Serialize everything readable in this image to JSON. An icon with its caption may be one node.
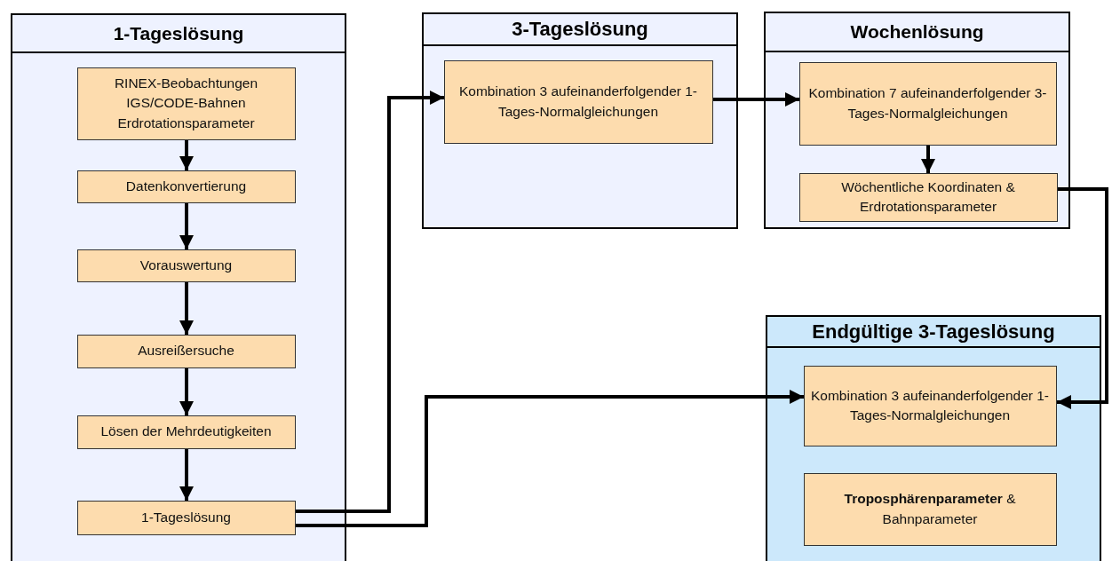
{
  "diagram": {
    "nodes": [
      {
        "text": [
          "1-Tageslösung"
        ]
      },
      {
        "text": [
          "RINEX-Beobachtungen IGS/CODE-Bahnen Erdrotationsparameter"
        ],
        "in": 0
      },
      {
        "text": [
          "Datenkonvertierung"
        ],
        "in": 0
      },
      {
        "text": [
          "Vorauswertung"
        ],
        "in": 0
      },
      {
        "text": [
          "Ausreißersuche"
        ],
        "in": 0
      },
      {
        "text": [
          "Lösen der Mehrdeutigkeiten"
        ],
        "in": 0
      },
      {
        "text": [
          "1-Tageslösung"
        ],
        "in": 0
      },
      {
        "text": [
          "3-Tageslösung"
        ]
      },
      {
        "text": [
          "Kombination 3 aufeinanderfolgender 1-Tages-Normalgleichungen"
        ],
        "in": 7
      },
      {
        "text": [
          "Wochenlösung"
        ]
      },
      {
        "text": [
          "Kombination 7 aufeinanderfolgender 3-Tages-Normalgleichungen"
        ],
        "in": 9
      },
      {
        "text": [
          "Wöchentliche Koordinaten & Erdrotationsparameter"
        ],
        "in": 9
      },
      {
        "text": [
          "Endgültige 3-Tageslösung"
        ]
      },
      {
        "text": [
          "Kombination 3 aufeinanderfolgender 1-Tages-Normalgleichungen"
        ],
        "in": 12
      },
      {
        "text": [
          "**Troposphärenparameter** & Bahnparameter"
        ],
        "in": 12
      }
    ],
    "edges": [
      {
        "from": 1,
        "to": 2,
        "arrow": "to"
      },
      {
        "from": 2,
        "to": 3,
        "arrow": "to"
      },
      {
        "from": 3,
        "to": 4,
        "arrow": "to"
      },
      {
        "from": 4,
        "to": 5,
        "arrow": "to"
      },
      {
        "from": 5,
        "to": 6,
        "arrow": "to"
      },
      {
        "from": 6,
        "to": 8,
        "arrow": "to"
      },
      {
        "from": 8,
        "to": 10,
        "arrow": "to"
      },
      {
        "from": 10,
        "to": 11,
        "arrow": "to"
      },
      {
        "from": 11,
        "to": 13,
        "arrow": "to"
      },
      {
        "from": 6,
        "to": 13,
        "arrow": "to"
      }
    ]
  }
}
